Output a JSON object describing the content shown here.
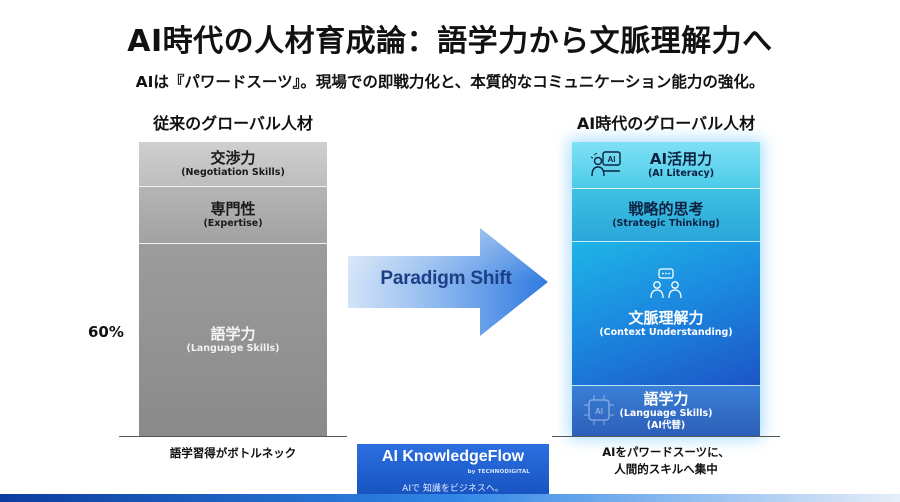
{
  "title": "AI時代の人材育成論：語学力から文脈理解力へ",
  "subtitle": "AIは『パワードスーツ』。現場での即戦力化と、本質的なコミュニケーション能力の強化。",
  "left": {
    "heading": "従来のグローバル人材",
    "segments": [
      {
        "jp": "交渉力",
        "en": "(Negotiation Skills)"
      },
      {
        "jp": "専門性",
        "en": "(Expertise)"
      },
      {
        "jp": "語学力",
        "en": "(Language Skills)"
      }
    ],
    "percent_label": "60%",
    "caption": "語学習得がボトルネック"
  },
  "arrow": {
    "label": "Paradigm Shift",
    "color": "#2f7ae0"
  },
  "right": {
    "heading": "AI時代のグローバル人材",
    "segments": [
      {
        "jp": "AI活用力",
        "en": "(AI Literacy)",
        "icon": "ai-person-icon",
        "icon_text": "AI"
      },
      {
        "jp": "戦略的思考",
        "en": "(Strategic Thinking)"
      },
      {
        "jp": "文脈理解力",
        "en": "(Context Understanding)",
        "icon": "team-discussion-icon"
      },
      {
        "jp": "語学力",
        "en": "(Language Skills)",
        "note": "(AI代替)",
        "icon": "ai-chip-icon",
        "icon_text": "AI"
      }
    ],
    "caption_line1": "AIをパワードスーツに、",
    "caption_line2": "人間的スキルへ集中"
  },
  "logo": {
    "name": "AI KnowledgeFlow",
    "by": "by TECHNODIGITAL",
    "tagline": "AIで 知識をビジネスへ。"
  },
  "colors": {
    "accent": "#2f7ae0",
    "brand": "#1450bd"
  }
}
